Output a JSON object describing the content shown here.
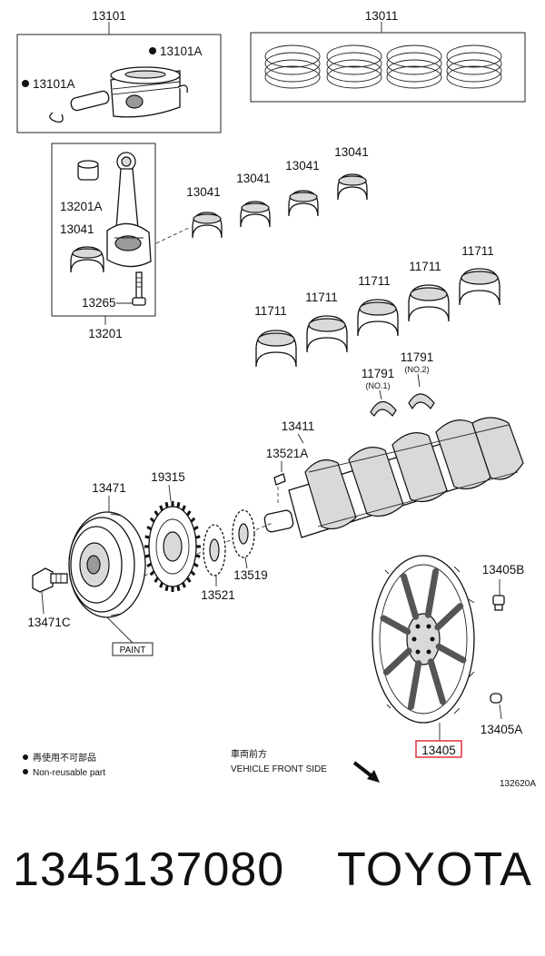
{
  "labels": {
    "piston_set": "13101",
    "piston_clip_right": "13101A",
    "piston_clip_left": "13101A",
    "ring_set": "13011",
    "bushing": "13201A",
    "rod_bearing_left": "13041",
    "rod_bolt": "13265",
    "rod_assy": "13201",
    "rod_bearing_1": "13041",
    "rod_bearing_2": "13041",
    "rod_bearing_3": "13041",
    "rod_bearing_4": "13041",
    "main_bearing_1": "11711",
    "main_bearing_2": "11711",
    "main_bearing_3": "11711",
    "main_bearing_4": "11711",
    "main_bearing_5": "11711",
    "thrust_washer_1": "11791",
    "thrust_washer_1_note": "(NO.1)",
    "thrust_washer_2": "11791",
    "thrust_washer_2_note": "(NO.2)",
    "crankshaft": "13411",
    "crank_key": "13521A",
    "pulley": "13471",
    "timing_gear": "19315",
    "crank_sprocket_a": "13521",
    "crank_sprocket_b": "13519",
    "pulley_bolt": "13471C",
    "paint_tag": "PAINT",
    "flywheel_bolt": "13405B",
    "flywheel_pin": "13405A",
    "flywheel": "13405"
  },
  "legend": {
    "non_reusable_jp": "再使用不可部品",
    "non_reusable_en": "Non-reusable part",
    "front_jp": "車両前方",
    "front_en": "VEHICLE FRONT SIDE"
  },
  "diagram_id": "132620A",
  "footer": {
    "part_number": "1345137080",
    "brand": "TOYOTA"
  },
  "colors": {
    "highlight": "#e0303a",
    "ink": "#111111"
  }
}
